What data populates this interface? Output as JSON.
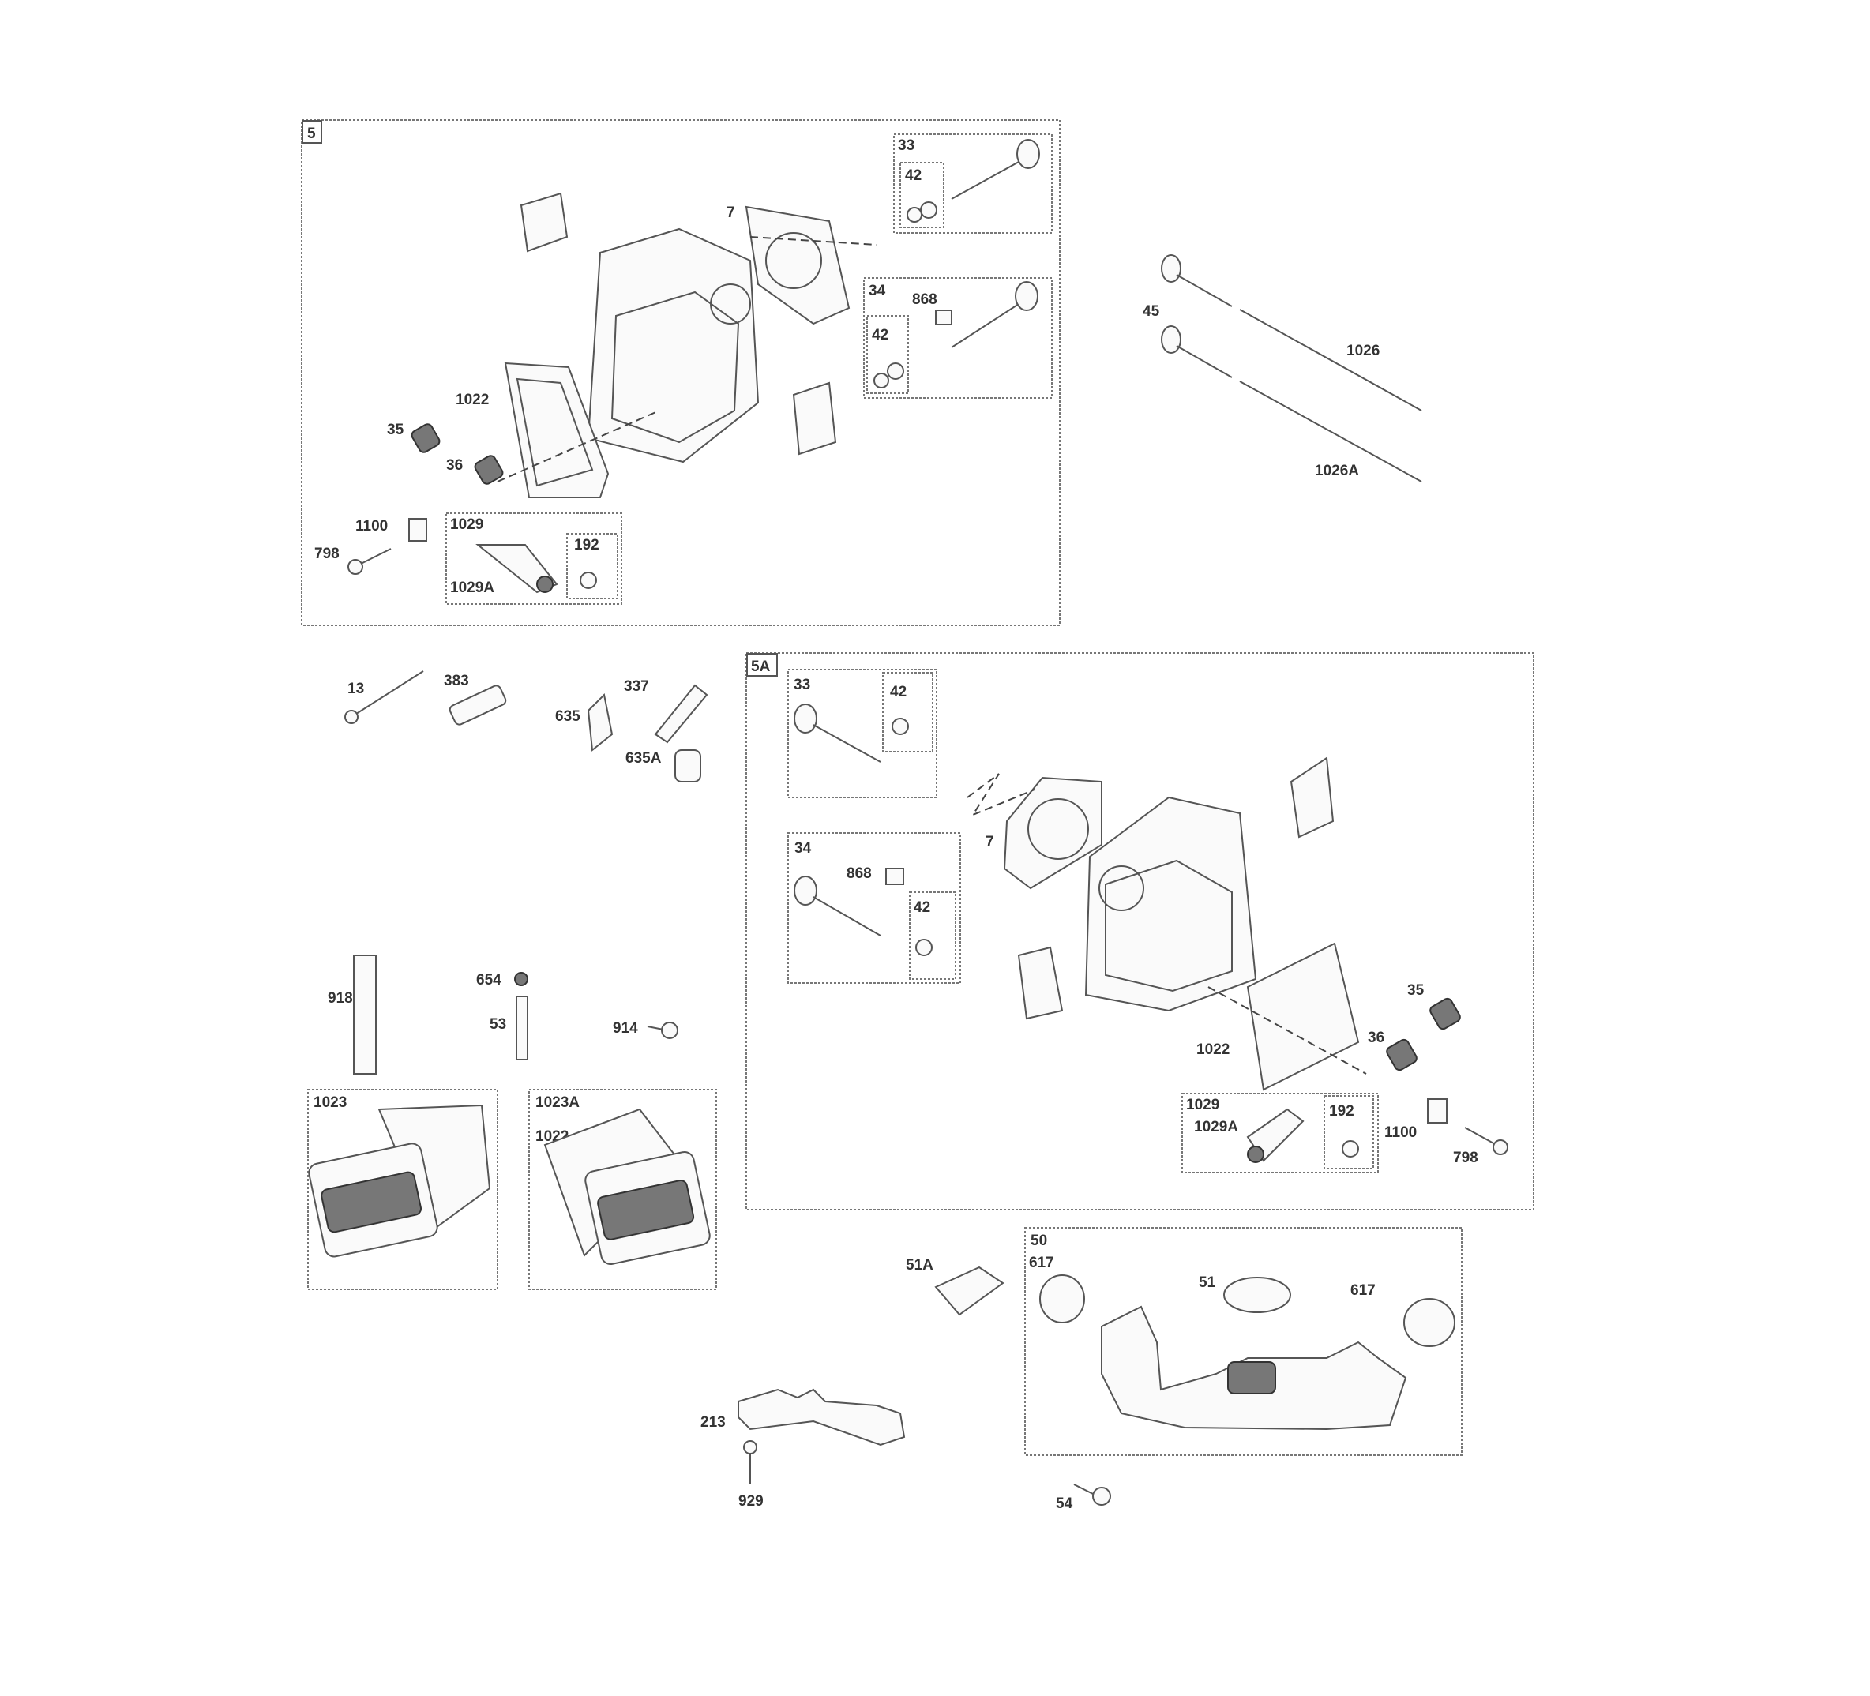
{
  "labels": {
    "g5": "5",
    "g5a": "5A",
    "g33": "33",
    "g34": "34",
    "g42": "42",
    "g1029": "1029",
    "g192": "192",
    "g50": "50",
    "g1023": "1023",
    "g1023a": "1023A",
    "p7": "7",
    "p868": "868",
    "p1022": "1022",
    "p35": "35",
    "p36": "36",
    "p1100": "1100",
    "p798": "798",
    "p1029a": "1029A",
    "p45": "45",
    "p1026": "1026",
    "p1026a": "1026A",
    "p13": "13",
    "p383": "383",
    "p337": "337",
    "p635": "635",
    "p635a": "635A",
    "p918": "918",
    "p654": "654",
    "p53": "53",
    "p914": "914",
    "p51a": "51A",
    "p617": "617",
    "p51": "51",
    "p213": "213",
    "p929": "929",
    "p54": "54"
  }
}
